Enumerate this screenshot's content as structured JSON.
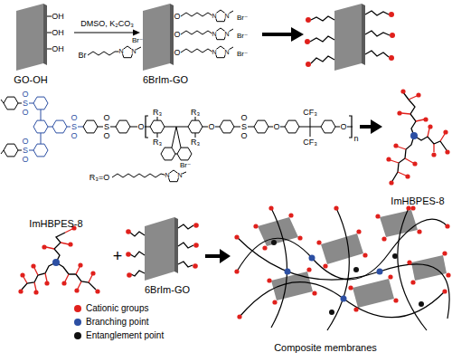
{
  "diagram": {
    "nodes": [
      {
        "text": [
          "GO-OH"
        ]
      },
      {
        "text": [
          "6BrIm-GO"
        ]
      },
      {
        "text": [
          "ImHBPES-8"
        ]
      },
      {
        "text": [
          "ImHBPES-8"
        ]
      },
      {
        "text": [
          "6BrIm-GO"
        ]
      },
      {
        "text": [
          "Composite membranes"
        ]
      }
    ],
    "edges": [
      {
        "from": 0,
        "to": 1,
        "label": "DMSO, K₂CO₃",
        "arrow": "to"
      },
      {
        "from": 4,
        "to": 5,
        "arrow": "to"
      }
    ],
    "labels": [
      "OH",
      "OH",
      "OH",
      "Br",
      "N",
      "N",
      "Br⁻",
      "O",
      "O",
      "O",
      "N",
      "N",
      "Br⁻",
      "N",
      "N",
      "Br⁻",
      "N",
      "N",
      "Br⁻",
      "O",
      "S",
      "O",
      "O",
      "S",
      "O",
      "O",
      "S",
      "O",
      "O",
      "S",
      "O",
      "O",
      "R₃",
      "R₃",
      "R₃",
      "R₃",
      "O",
      "O",
      "S",
      "O",
      "O",
      "CF₃",
      "CF₃",
      "O",
      "n",
      "R₃=O",
      "N",
      "N",
      "Br⁻",
      "+"
    ],
    "legend": [
      {
        "text": "Cationic groups",
        "color": "#e0201c"
      },
      {
        "text": "Branching point",
        "color": "#2c4fa3"
      },
      {
        "text": "Entanglement point",
        "color": "#111111"
      }
    ]
  }
}
